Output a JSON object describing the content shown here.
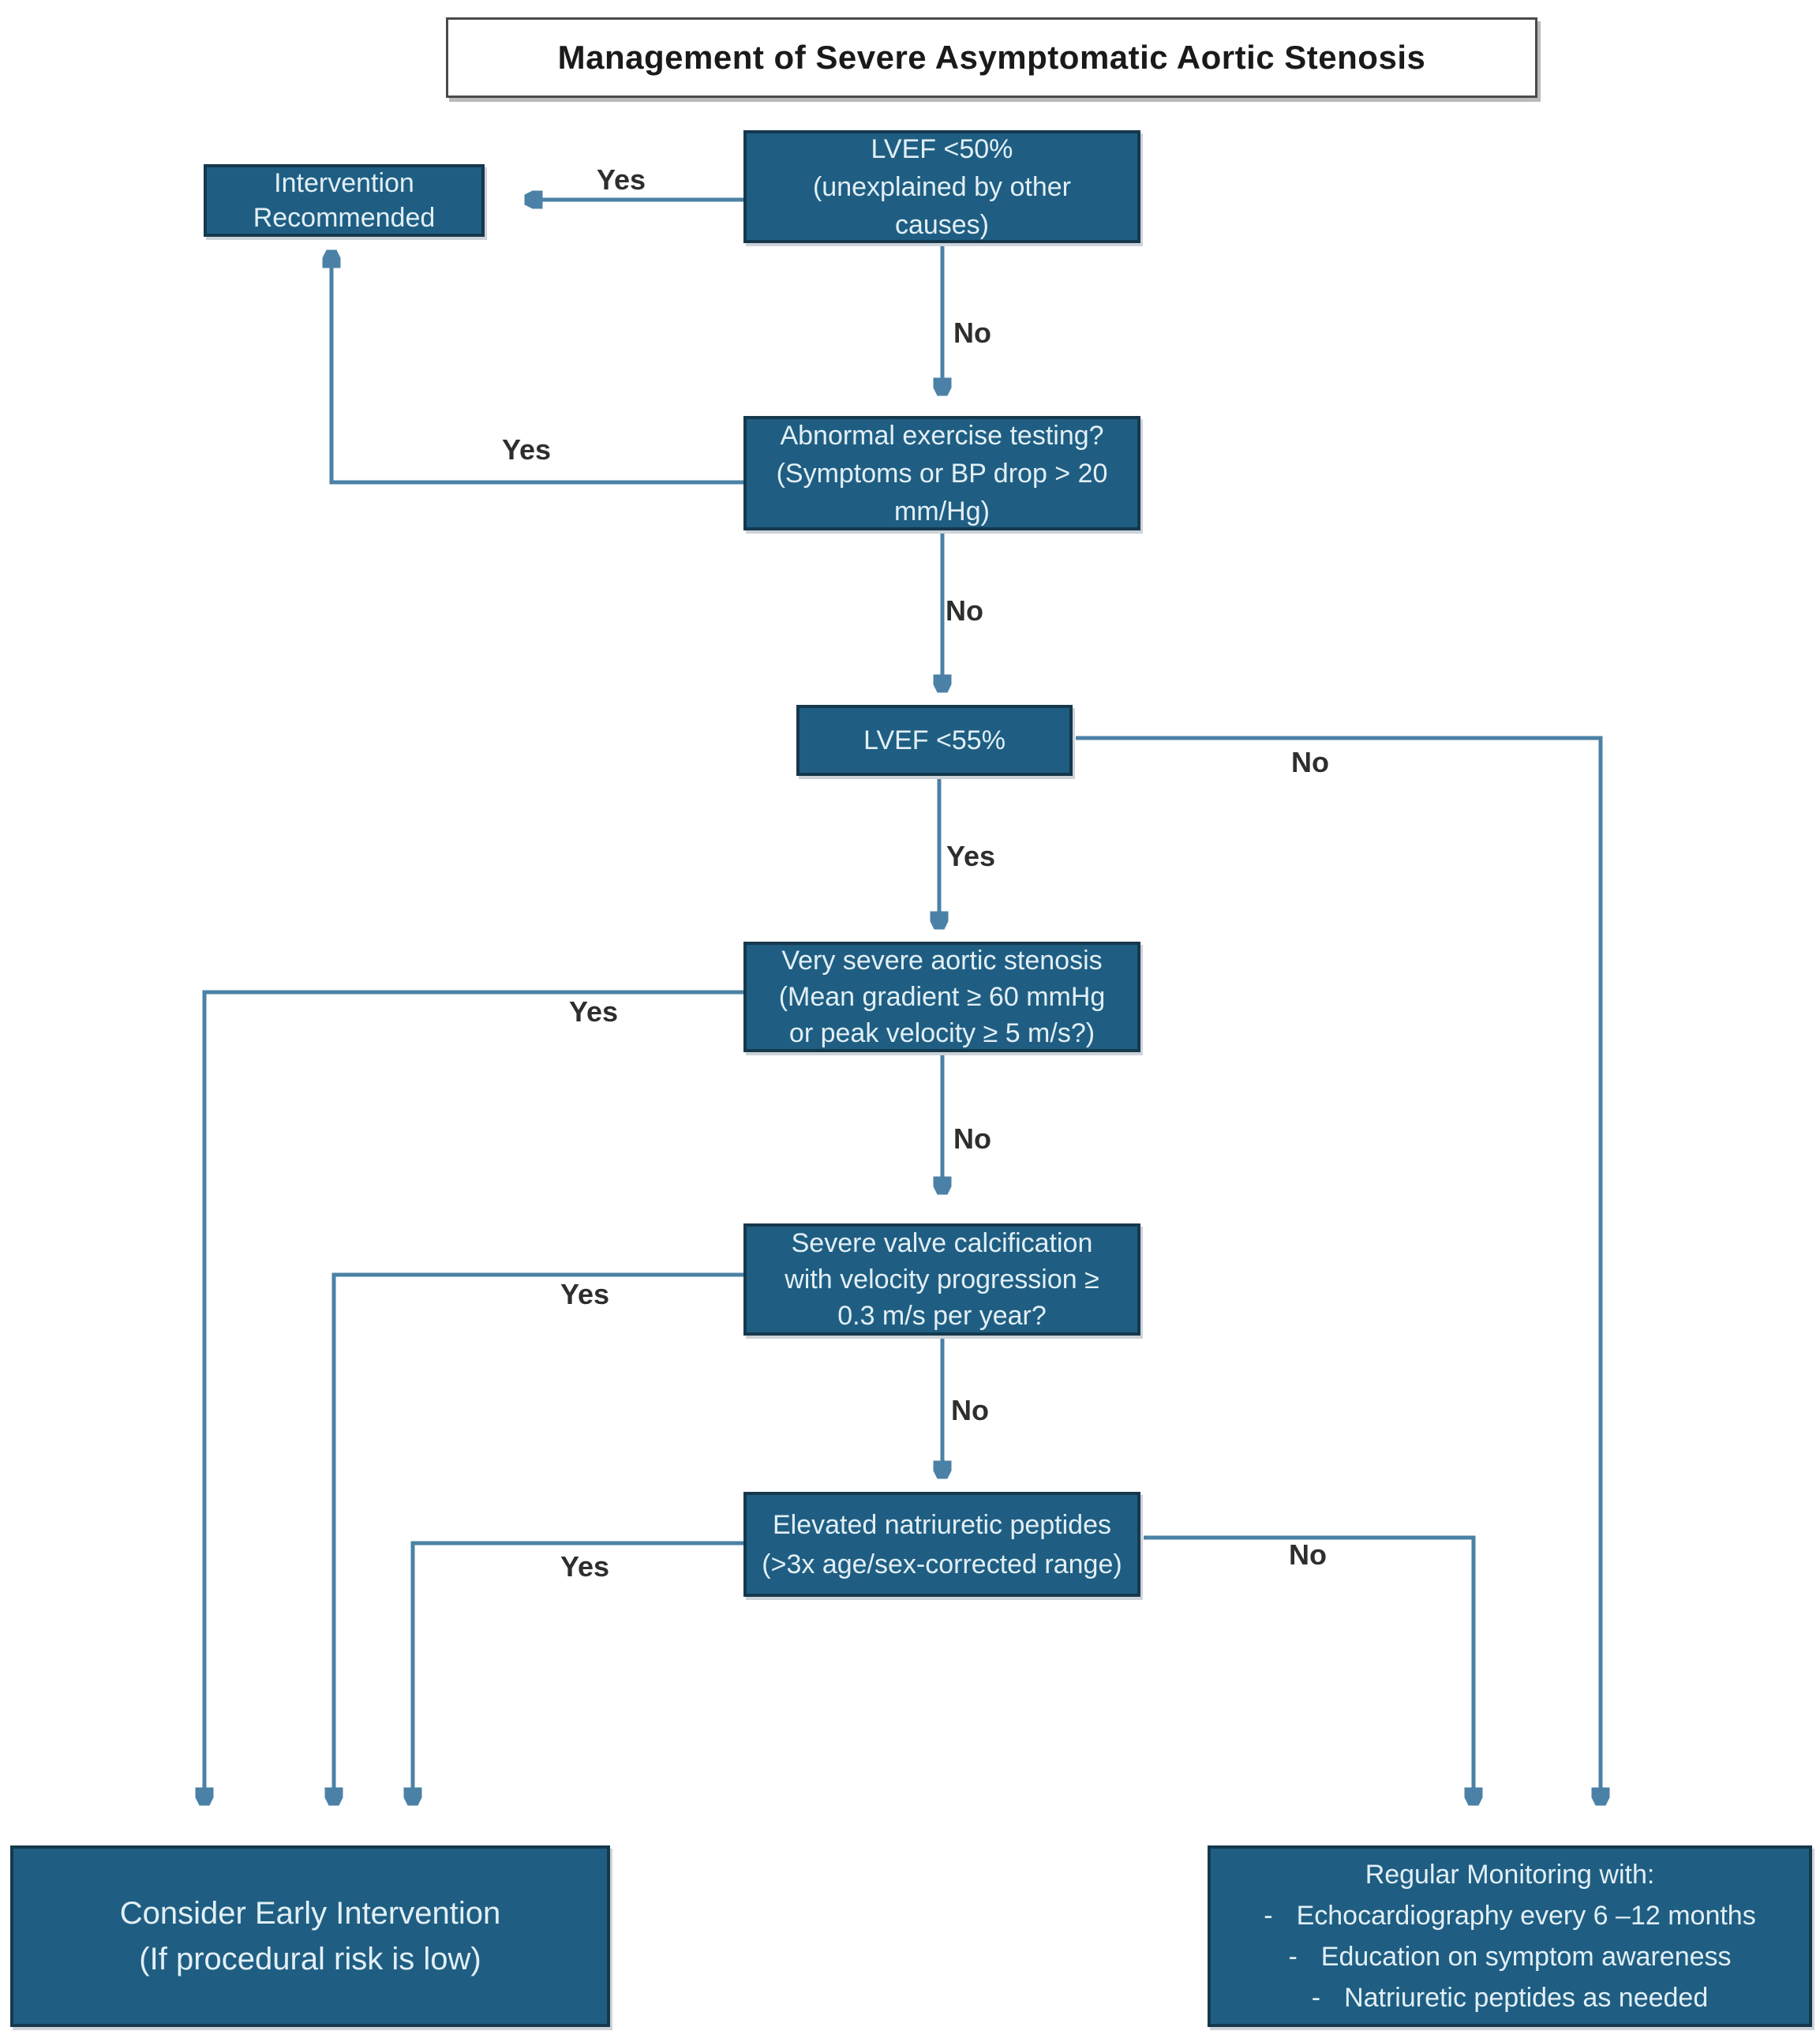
{
  "title": "Management of Severe Asymptomatic Aortic Stenosis",
  "nodes": {
    "lvef50": {
      "text": "LVEF <50%\n(unexplained by other\ncauses)"
    },
    "intervention": {
      "text": "Intervention\nRecommended"
    },
    "exercise": {
      "text": "Abnormal exercise testing?\n(Symptoms or BP drop > 20\nmm/Hg)"
    },
    "lvef55": {
      "text": "LVEF <55%"
    },
    "very_severe": {
      "text": "Very severe aortic stenosis\n(Mean gradient ≥ 60 mmHg\nor peak velocity ≥ 5 m/s?)"
    },
    "calcification": {
      "text": "Severe valve calcification\nwith velocity progression ≥\n0.3 m/s per year?"
    },
    "peptides": {
      "text": "Elevated natriuretic peptides\n(>3x age/sex-corrected range)"
    },
    "early_intervention": {
      "text": "Consider Early Intervention\n(If procedural risk is low)"
    },
    "monitoring": {
      "title": "Regular Monitoring with:",
      "bullet": "-",
      "items": [
        "Echocardiography every 6 –12 months",
        "Education on symptom awareness",
        "Natriuretic peptides as needed"
      ]
    }
  },
  "edges": {
    "lvef50_yes": "Yes",
    "lvef50_no": "No",
    "exercise_yes": "Yes",
    "exercise_no": "No",
    "lvef55_no": "No",
    "lvef55_yes": "Yes",
    "very_severe_yes": "Yes",
    "very_severe_no": "No",
    "calcification_yes": "Yes",
    "calcification_no": "No",
    "peptides_yes": "Yes",
    "peptides_no": "No"
  },
  "colors": {
    "node_fill": "#1f5e82",
    "node_border": "#16384d",
    "node_text": "#e2eff6",
    "line": "#4b81a6",
    "line_dark": "#2d6d97",
    "label_text": "#2e2e2e"
  }
}
